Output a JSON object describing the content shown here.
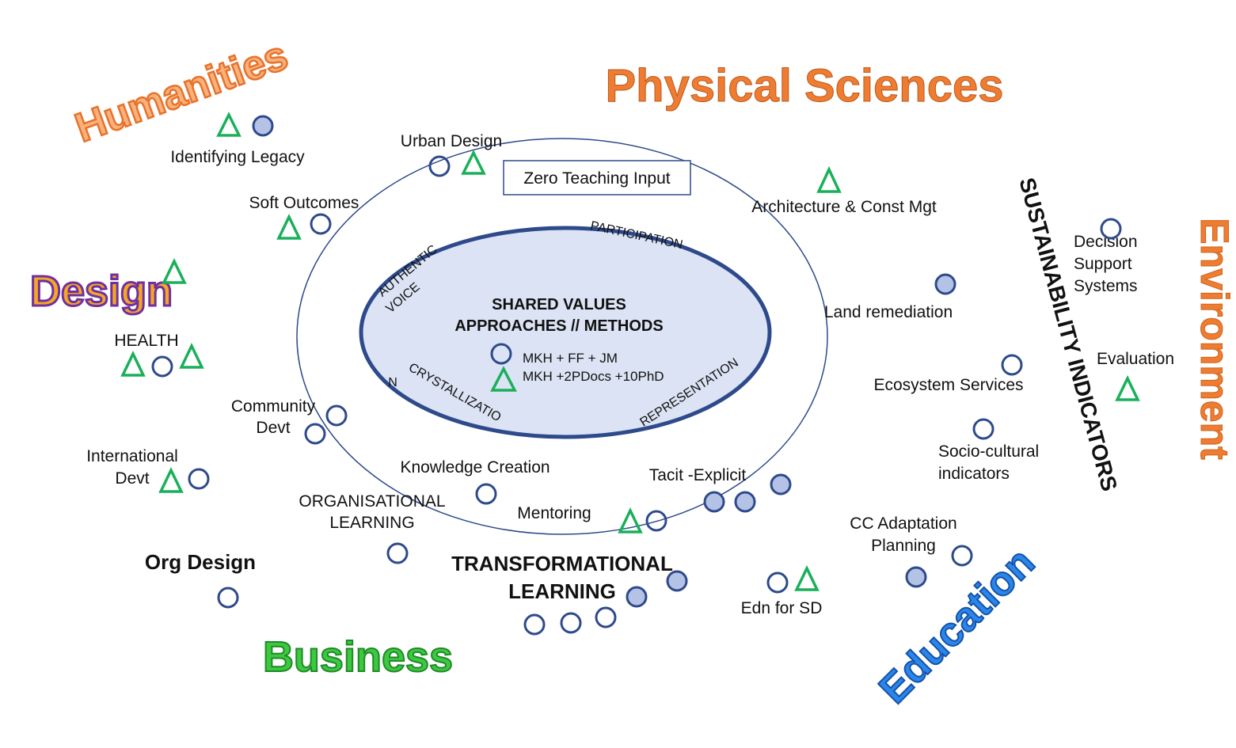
{
  "colors": {
    "orange": "#ef7c31",
    "purple": "#7030a0",
    "gold": "#f5a623",
    "green": "#2fbf3a",
    "blue": "#1f6fd1",
    "navy": "#2e4a8b",
    "circle_fill": "#b4c2e6",
    "inner_fill": "#dbe3f4",
    "triangle": "#19b05a"
  },
  "disciplines": {
    "humanities": "Humanities",
    "physical_sciences": "Physical Sciences",
    "design": "Design",
    "environment": "Environment",
    "business": "Business",
    "education": "Education"
  },
  "center": {
    "line1": "SHARED VALUES",
    "line2": "APPROACHES  //   METHODS",
    "legend_circle": "MKH + FF + JM",
    "legend_triangle": "MKH +2PDocs +10PhD",
    "authentic": "AUTHENTIC",
    "voice": "VOICE",
    "participation": "PARTICIPATION",
    "crystallizatio": "CRYSTALLIZATIO",
    "n": "N",
    "representation": "REPRESENTATION"
  },
  "zero_teaching": "Zero Teaching Input",
  "sustainability": "SUSTAINABILITY  INDICATORS",
  "labels": {
    "identifying_legacy": "Identifying Legacy",
    "urban_design": "Urban Design",
    "soft_outcomes": "Soft Outcomes",
    "architecture": "Architecture & Const Mgt",
    "decision_1": "Decision",
    "decision_2": "Support",
    "decision_3": "Systems",
    "land_remediation": "Land remediation",
    "health": "HEALTH",
    "evaluation": "Evaluation",
    "ecosystem_services": "Ecosystem Services",
    "community_1": "Community",
    "community_2": "Devt",
    "socio_1": "Socio-cultural",
    "socio_2": "indicators",
    "international_1": "International",
    "international_2": "Devt",
    "knowledge_creation": "Knowledge Creation",
    "tacit_explicit": "Tacit -Explicit",
    "org_learning_1": "ORGANISATIONAL",
    "org_learning_2": "LEARNING",
    "mentoring": "Mentoring",
    "cc_1": "CC Adaptation",
    "cc_2": "Planning",
    "org_design": "Org Design",
    "transformational_1": "TRANSFORMATIONAL",
    "transformational_2": "LEARNING",
    "edn_sd": "Edn for SD"
  }
}
